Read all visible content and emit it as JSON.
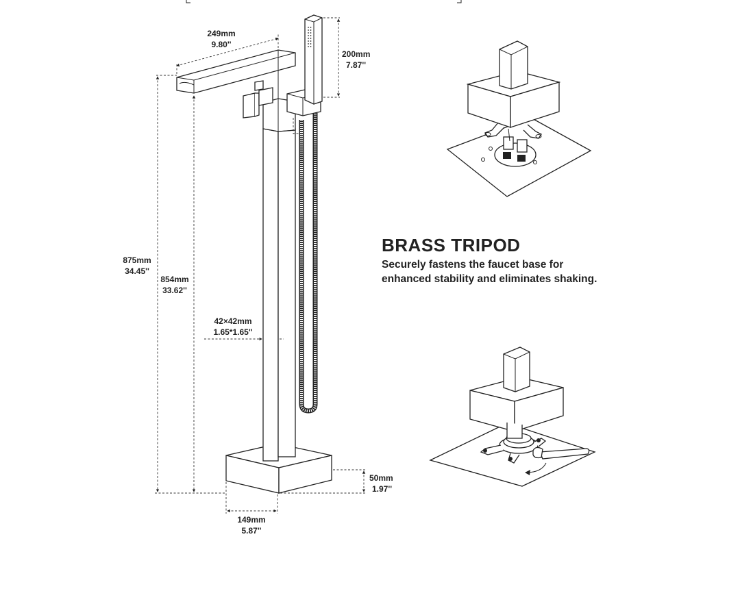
{
  "dimensions": {
    "spout_length": {
      "mm": "249mm",
      "inch": "9.80''"
    },
    "handshower_length": {
      "mm": "200mm",
      "inch": "7.87''"
    },
    "total_height": {
      "mm": "875mm",
      "inch": "34.45''"
    },
    "spout_height": {
      "mm": "854mm",
      "inch": "33.62''"
    },
    "column_section": {
      "mm": "42×42mm",
      "inch": "1.65*1.65''"
    },
    "base_height": {
      "mm": "50mm",
      "inch": "1.97''"
    },
    "base_width": {
      "mm": "149mm",
      "inch": "5.87''"
    }
  },
  "feature": {
    "title": "BRASS TRIPOD",
    "description_line1": "Securely fastens the faucet base for",
    "description_line2": "enhanced stability and eliminates shaking."
  }
}
